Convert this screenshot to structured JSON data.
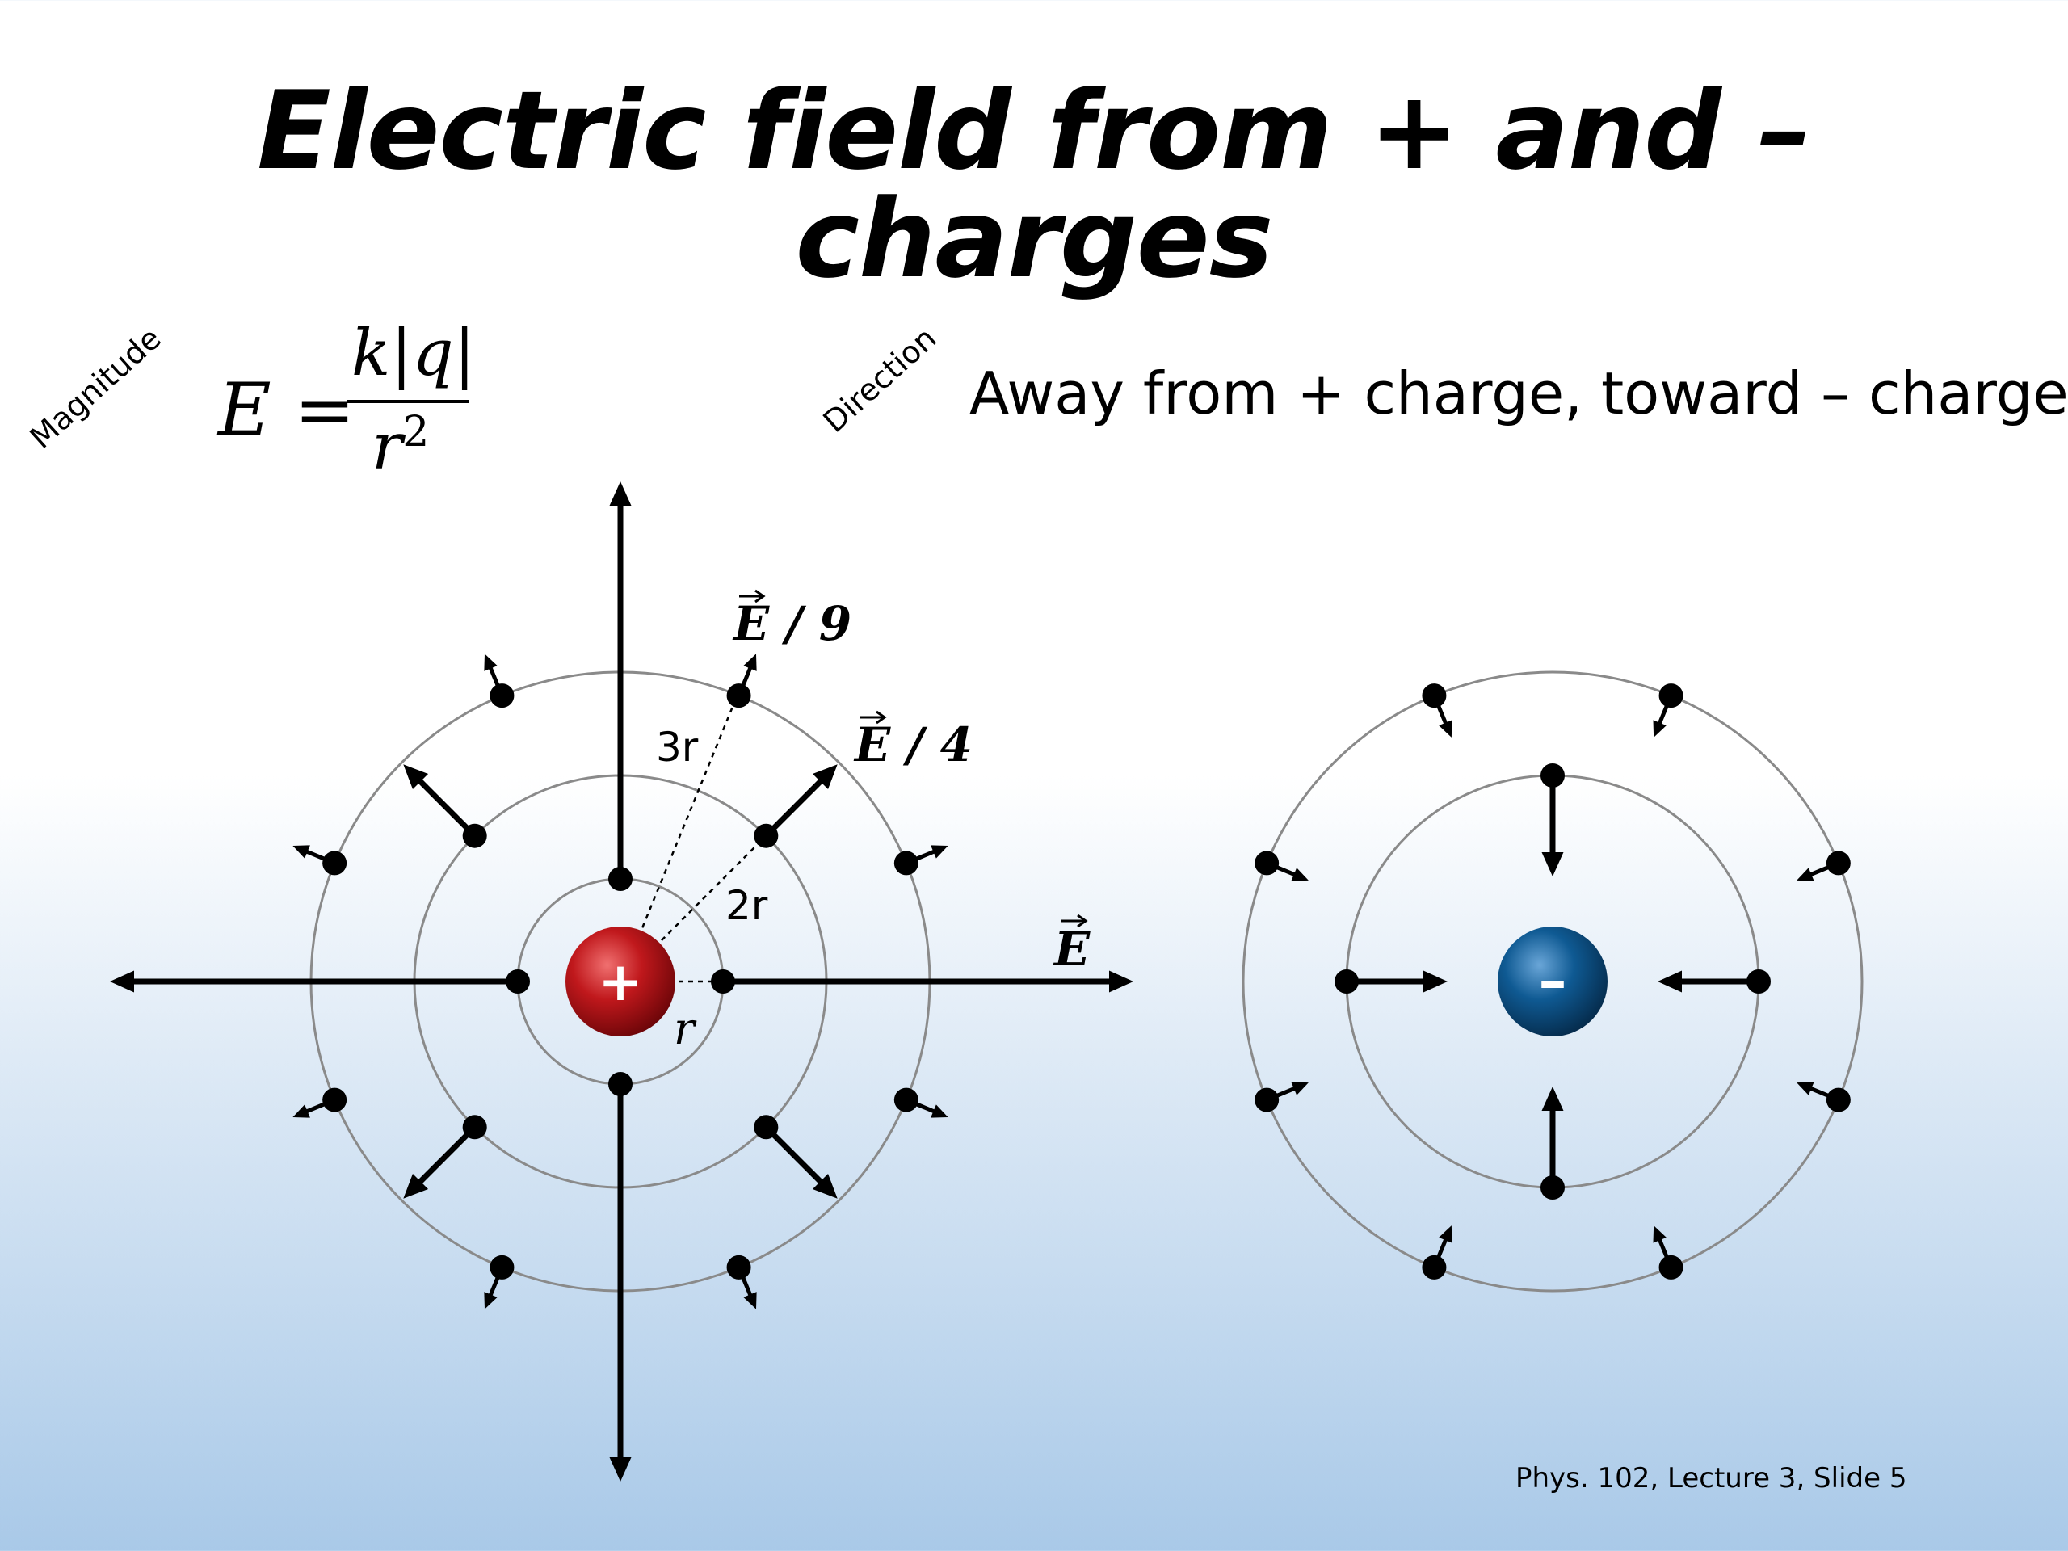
{
  "slide": {
    "title": "Electric field from + and – charges",
    "magnitude_label": "Magnitude",
    "direction_label": "Direction",
    "direction_text": "Away from + charge, toward – charge",
    "formula": {
      "lhs": "E =",
      "numerator": "k|q|",
      "denominator": "r",
      "exponent": "2"
    },
    "footer": "Phys. 102, Lecture 3, Slide 5"
  },
  "positive_charge": {
    "symbol": "+",
    "color": "#c0181c",
    "labels": {
      "field_near": "E",
      "field_mid": "E / 4",
      "field_far": "E / 9",
      "radius_r": "r",
      "radius_2r": "2r",
      "radius_3r": "3r"
    }
  },
  "negative_charge": {
    "symbol": "–",
    "color": "#0f5a93"
  },
  "colors": {
    "arrow": "#000000",
    "ring": "#8a8a8a"
  }
}
